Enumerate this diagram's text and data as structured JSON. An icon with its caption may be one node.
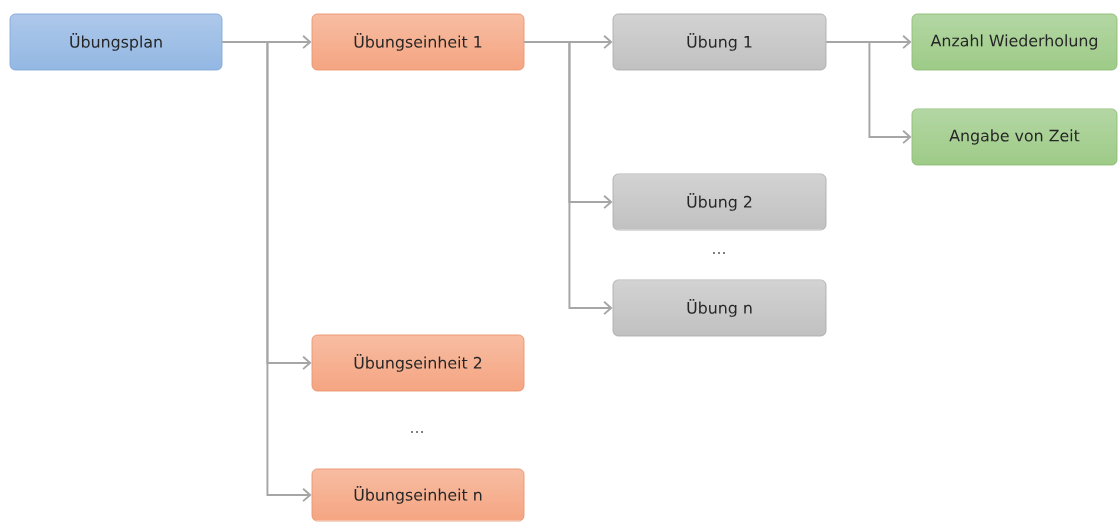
{
  "diagram": {
    "nodes": [
      {
        "text": [
          "Übungsplan"
        ]
      },
      {
        "text": [
          "Übungseinheit 1"
        ]
      },
      {
        "text": [
          "Übung 1"
        ]
      },
      {
        "text": [
          "Anzahl Wiederholung"
        ]
      },
      {
        "text": [
          "Angabe von Zeit"
        ]
      },
      {
        "text": [
          "Übung 2"
        ]
      },
      {
        "text": [
          "Übung n"
        ]
      },
      {
        "text": [
          "Übungseinheit 2"
        ]
      },
      {
        "text": [
          "Übungseinheit n"
        ]
      }
    ],
    "edges": [
      {
        "from": 0,
        "to": 1,
        "arrow": "to"
      },
      {
        "from": 0,
        "to": 7,
        "arrow": "to"
      },
      {
        "from": 0,
        "to": 8,
        "arrow": "to"
      },
      {
        "from": 1,
        "to": 2,
        "arrow": "to"
      },
      {
        "from": 1,
        "to": 5,
        "arrow": "to"
      },
      {
        "from": 1,
        "to": 6,
        "arrow": "to"
      },
      {
        "from": 2,
        "to": 3,
        "arrow": "to"
      },
      {
        "from": 2,
        "to": 4,
        "arrow": "to"
      }
    ],
    "labels": [
      "...",
      "..."
    ]
  }
}
